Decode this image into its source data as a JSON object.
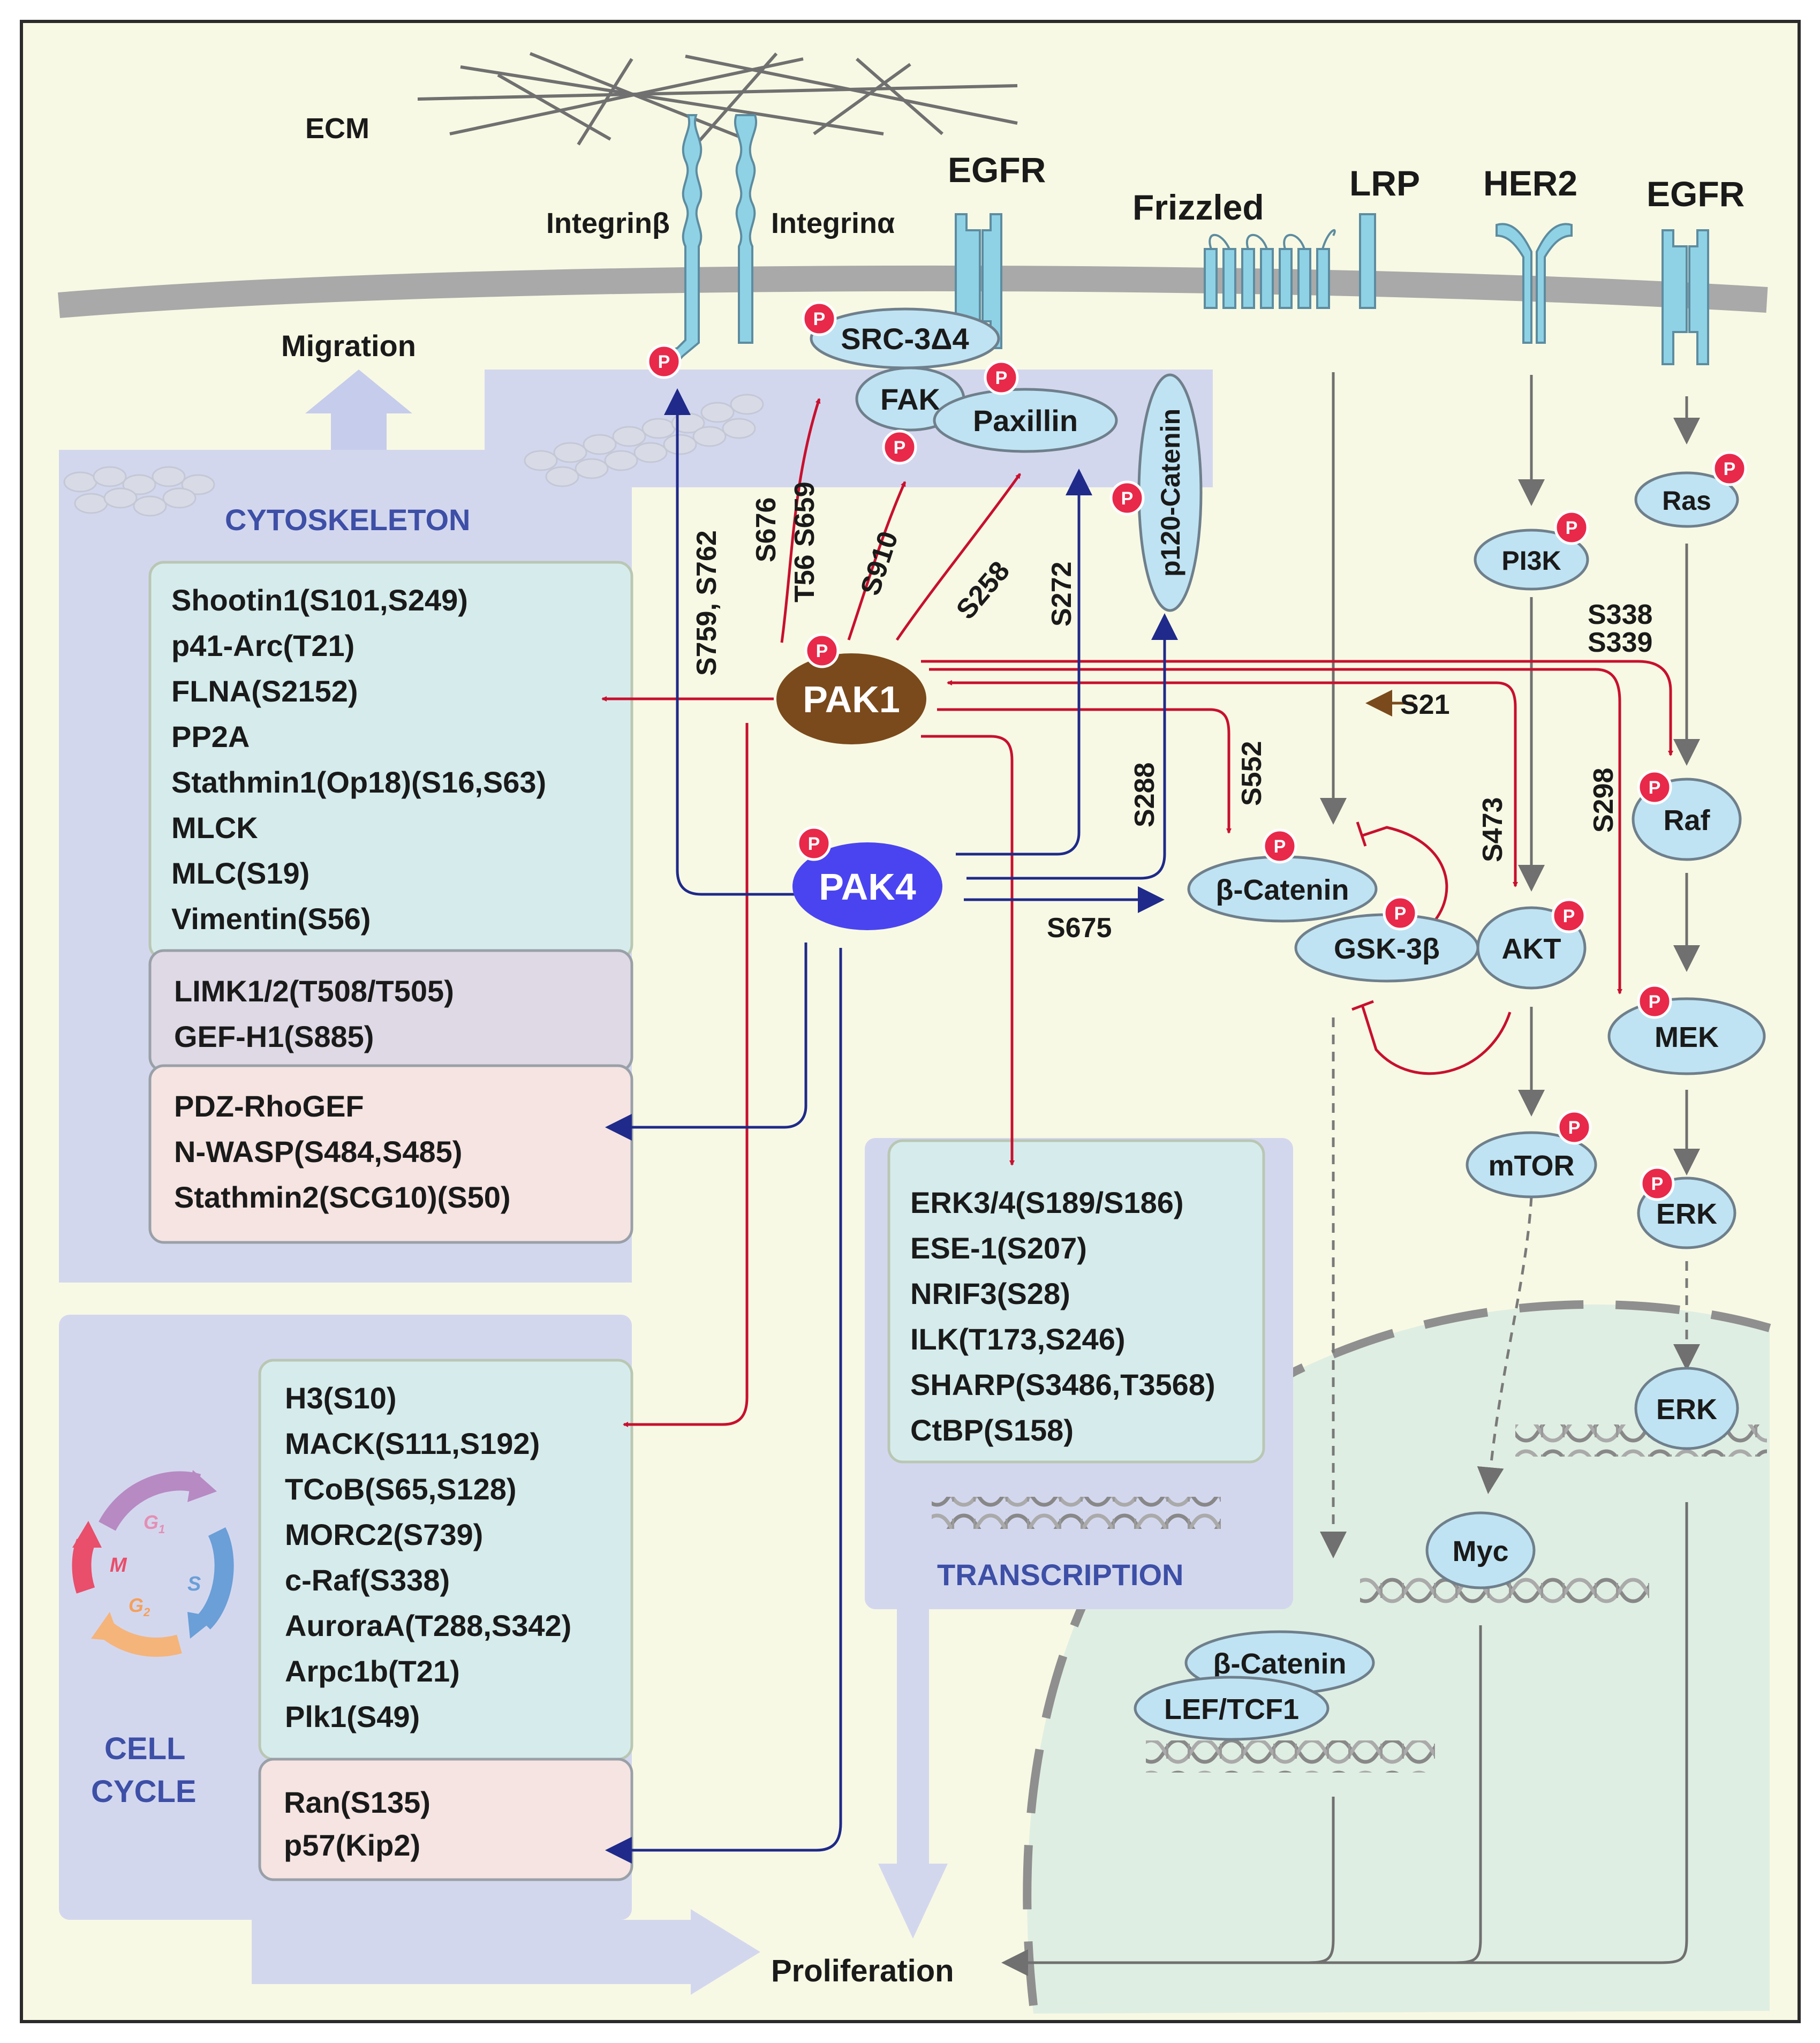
{
  "membrane": {
    "ecm": "ECM",
    "integrin_beta": "Integrinβ",
    "integrin_alpha": "Integrinα",
    "egfr_left": "EGFR",
    "frizzled": "Frizzled",
    "lrp": "LRP",
    "her2": "HER2",
    "egfr_right": "EGFR"
  },
  "labels": {
    "migration": "Migration",
    "cytoskeleton": "CYTOSKELETON",
    "cell_cycle_1": "CELL",
    "cell_cycle_2": "CYCLE",
    "transcription": "TRANSCRIPTION",
    "proliferation": "Proliferation",
    "phospho": "P",
    "g1": "G",
    "g1_sub": "1",
    "s": "S",
    "g2": "G",
    "g2_sub": "2",
    "m": "M"
  },
  "kinases": {
    "pak1": "PAK1",
    "pak4": "PAK4"
  },
  "nodes": {
    "src3": "SRC-3Δ4",
    "fak": "FAK",
    "paxillin": "Paxillin",
    "p120": "p120-Catenin",
    "pi3k": "PI3K",
    "ras": "Ras",
    "raf": "Raf",
    "akt": "AKT",
    "mek": "MEK",
    "mtor": "mTOR",
    "erk_cyto": "ERK",
    "erk_nuc": "ERK",
    "b_catenin": "β-Catenin",
    "gsk3b": "GSK-3β",
    "myc": "Myc",
    "b_catenin_nuc": "β-Catenin",
    "lef_tcf1": "LEF/TCF1"
  },
  "sites": {
    "s759_s762": "S759, S762",
    "s676": "S676",
    "t56_s659": "T56  S659",
    "s910": "S910",
    "s258": "S258",
    "s272": "S272",
    "s288": "S288",
    "s552": "S552",
    "s21": "S21",
    "s473": "S473",
    "s298": "S298",
    "s338": "S338",
    "s339": "S339",
    "s675": "S675"
  },
  "cytoskeleton_list": [
    "Shootin1(S101,S249)",
    "p41-Arc(T21)",
    "FLNA(S2152)",
    "PP2A",
    "Stathmin1(Op18)(S16,S63)",
    "MLCK",
    "MLC(S19)",
    "Vimentin(S56)"
  ],
  "cytoskeleton_shared": [
    "LIMK1/2(T508/T505)",
    "GEF-H1(S885)"
  ],
  "cytoskeleton_pak4": [
    "PDZ-RhoGEF",
    "N-WASP(S484,S485)",
    "Stathmin2(SCG10)(S50)"
  ],
  "cell_cycle_list": [
    "H3(S10)",
    "MACK(S111,S192)",
    "TCoB(S65,S128)",
    "MORC2(S739)",
    "c-Raf(S338)",
    "AuroraA(T288,S342)",
    "Arpc1b(T21)",
    "Plk1(S49)"
  ],
  "cell_cycle_pak4": [
    "Ran(S135)",
    "p57(Kip2)"
  ],
  "transcription_list": [
    "ERK3/4(S189/S186)",
    "ESE-1(S207)",
    "NRIF3(S28)",
    "ILK(T173,S246)",
    "SHARP(S3486,T3568)",
    "CtBP(S158)"
  ],
  "colors": {
    "background": "#f8f9e4",
    "membrane": "#a9a9a9",
    "panel": "#d3d7ee",
    "list_blue": "#d6ecec",
    "list_grey": "#ded9e4",
    "list_pink": "#f5e4e2",
    "node": "#bfe3f2",
    "pak1": "#7a4a1c",
    "pak4": "#4a44f0",
    "red_arrow": "#c8102e",
    "navy_arrow": "#1f2a8a",
    "phospho": "#e8294a",
    "nucleus": "#dfeee2"
  }
}
